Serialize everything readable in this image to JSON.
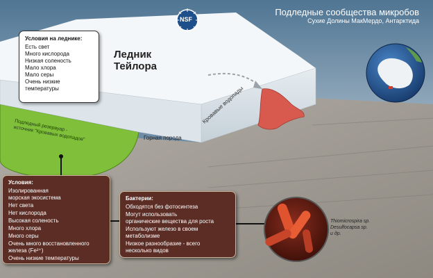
{
  "header": {
    "title": "Подледные сообщества микробов",
    "subtitle": "Сухие Долины МакМердо, Антарктида",
    "logo_text": "NSF"
  },
  "glacier_conditions": {
    "heading": "Условия на леднике:",
    "items": [
      "Есть свет",
      "Много кислорода",
      "Низкая соленость",
      "Мало хлора",
      "Мало серы",
      "Очень низкие",
      "температуры"
    ]
  },
  "labels": {
    "glacier_line1": "Ледник",
    "glacier_line2": "Тейлора",
    "reservoir_line1": "Подледный резервуар -",
    "reservoir_line2": "источник \"Кровавых водопадов\"",
    "bedrock": "Горная порода",
    "blood_falls": "Кровавые водопады"
  },
  "reservoir_conditions": {
    "heading": "Условия:",
    "items": [
      "Изолированная",
      "морская экосистема",
      "Нет света",
      "Нет кислорода",
      "Высокая соленость",
      "Много хлора",
      "Много серы",
      "Очень много восстановленного",
      "железа (Fe²⁺)",
      "Очень низкие температуры"
    ]
  },
  "bacteria": {
    "heading": "Бактерии:",
    "items": [
      "Обходятся без фотосинтеза",
      "Могут использовать",
      "органические вещества для роста",
      "Используют железо в своем",
      "метаболизме",
      "Низкое разнообразие - всего",
      "несколько видов"
    ]
  },
  "species": [
    "Thiomicrospira sp.",
    "Desulfocapsa sp.",
    "и др."
  ],
  "colors": {
    "sky": "#6e8ca6",
    "ice": "#f2f5f7",
    "rock": "#9a958e",
    "reservoir": "#7fbf3a",
    "box_brown": "#5b2d25",
    "blood_falls": "#d85a4e"
  },
  "icons": [
    "nsf-logo-icon",
    "globe-antarctica-icon",
    "microbe-circle-icon"
  ]
}
